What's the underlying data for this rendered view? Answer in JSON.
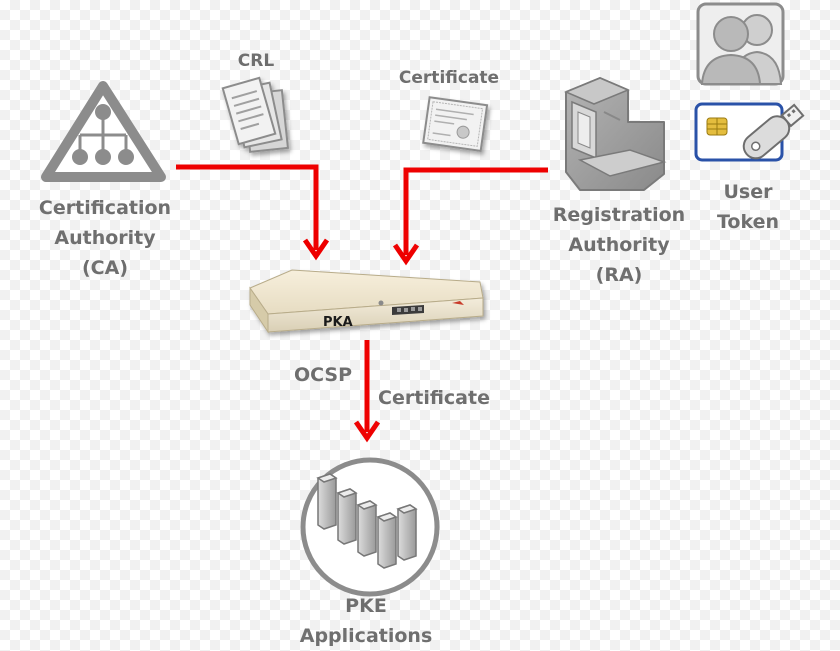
{
  "ca": {
    "line1": "Certification",
    "line2": "Authority",
    "line3": "(CA)"
  },
  "ra": {
    "line1": "Registration",
    "line2": "Authority",
    "line3": "(RA)"
  },
  "user": {
    "line1": "User",
    "line2": "Token"
  },
  "crl_label": "CRL",
  "certificate_top_label": "Certificate",
  "ocsp_label": "OCSP",
  "certificate_bottom_label": "Certificate",
  "pka_label": "PKA",
  "pke": {
    "line1": "PKE",
    "line2": "Applications"
  },
  "colors": {
    "arrow": "#ee0000",
    "icon_gray": "#8c8c8c",
    "label_gray": "#6f6f6f",
    "token_blue": "#2a52a8"
  }
}
